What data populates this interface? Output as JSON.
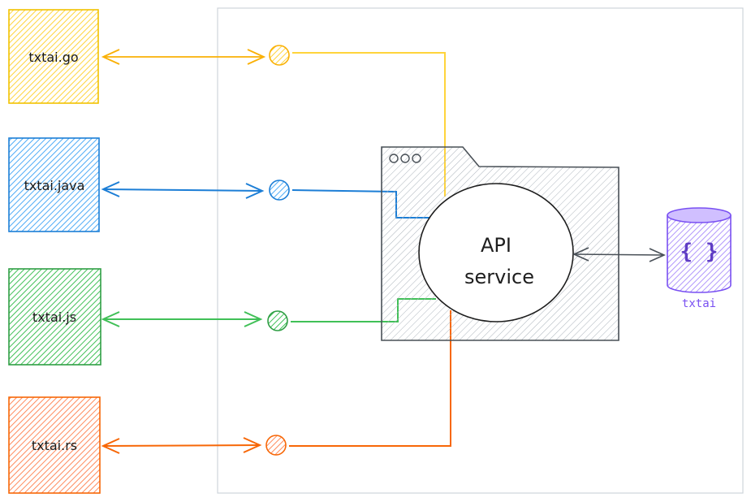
{
  "clients": [
    {
      "label": "txtai.go",
      "color": "#ffd43b",
      "stroke": "#f2c200"
    },
    {
      "label": "txtai.java",
      "color": "#4dabf7",
      "stroke": "#1c7ed6"
    },
    {
      "label": "txtai.js",
      "color": "#40c057",
      "stroke": "#2f9e44"
    },
    {
      "label": "txtai.rs",
      "color": "#ff8a5c",
      "stroke": "#f76707"
    }
  ],
  "api": {
    "line1": "API",
    "line2": "service"
  },
  "database": {
    "label": "txtai",
    "icon": "{ }",
    "color": "#7950f2",
    "fill": "#b197fc"
  },
  "colors": {
    "container_border": "#ced4da",
    "window": "#495057",
    "arrow_db": "#495057"
  }
}
